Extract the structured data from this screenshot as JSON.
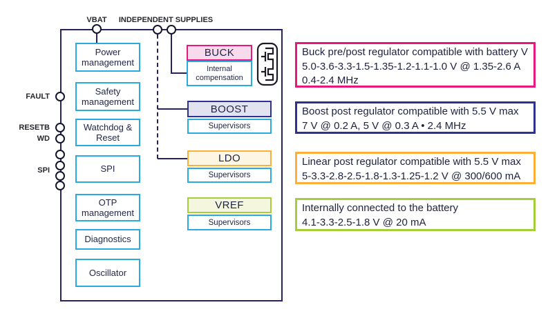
{
  "colors": {
    "outline_navy": "#262262",
    "light_blue": "#29ABE2",
    "magenta": "#E6187C",
    "navy_blue": "#2E3192",
    "orange": "#FBB03B",
    "green": "#A6CE39",
    "buck_fill": "#F7DBEC",
    "boost_fill": "#E2E2F0",
    "ldo_fill": "#FDF6E2",
    "vref_fill": "#F4F7DD"
  },
  "top_pins": {
    "vbat": "VBAT",
    "independent_supplies": "INDEPENDENT SUPPLIES"
  },
  "left_pins": {
    "fault": "FAULT",
    "resetb": "RESETB",
    "wd": "WD",
    "spi": "SPI"
  },
  "left_blocks": [
    {
      "label": "Power management"
    },
    {
      "label": "Safety management"
    },
    {
      "label": "Watchdog & Reset"
    },
    {
      "label": "SPI"
    },
    {
      "label": "OTP management"
    },
    {
      "label": "Diagnostics"
    },
    {
      "label": "Oscillator"
    }
  ],
  "regulators": [
    {
      "name": "BUCK",
      "sub": "Internal compensation"
    },
    {
      "name": "BOOST",
      "sub": "Supervisors"
    },
    {
      "name": "LDO",
      "sub": "Supervisors"
    },
    {
      "name": "VREF",
      "sub": "Supervisors"
    }
  ],
  "icons": {
    "buck_power_stage": "dual-mosfet-icon"
  },
  "descriptions": [
    {
      "lines": [
        "Buck pre/post regulator compatible with battery V",
        "5.0-3.6-3.3-1.5-1.35-1.2-1.1-1.0 V @ 1.35-2.6 A",
        "0.4-2.4 MHz"
      ]
    },
    {
      "lines": [
        "Boost post regulator compatible with 5.5 V max",
        "7 V @ 0.2 A, 5 V @ 0.3 A • 2.4 MHz"
      ]
    },
    {
      "lines": [
        "Linear post regulator compatible with 5.5 V max",
        "5-3.3-2.8-2.5-1.8-1.3-1.25-1.2 V @ 300/600 mA"
      ]
    },
    {
      "lines": [
        "Internally connected to the battery",
        "4.1-3.3-2.5-1.8 V @ 20 mA"
      ]
    }
  ]
}
